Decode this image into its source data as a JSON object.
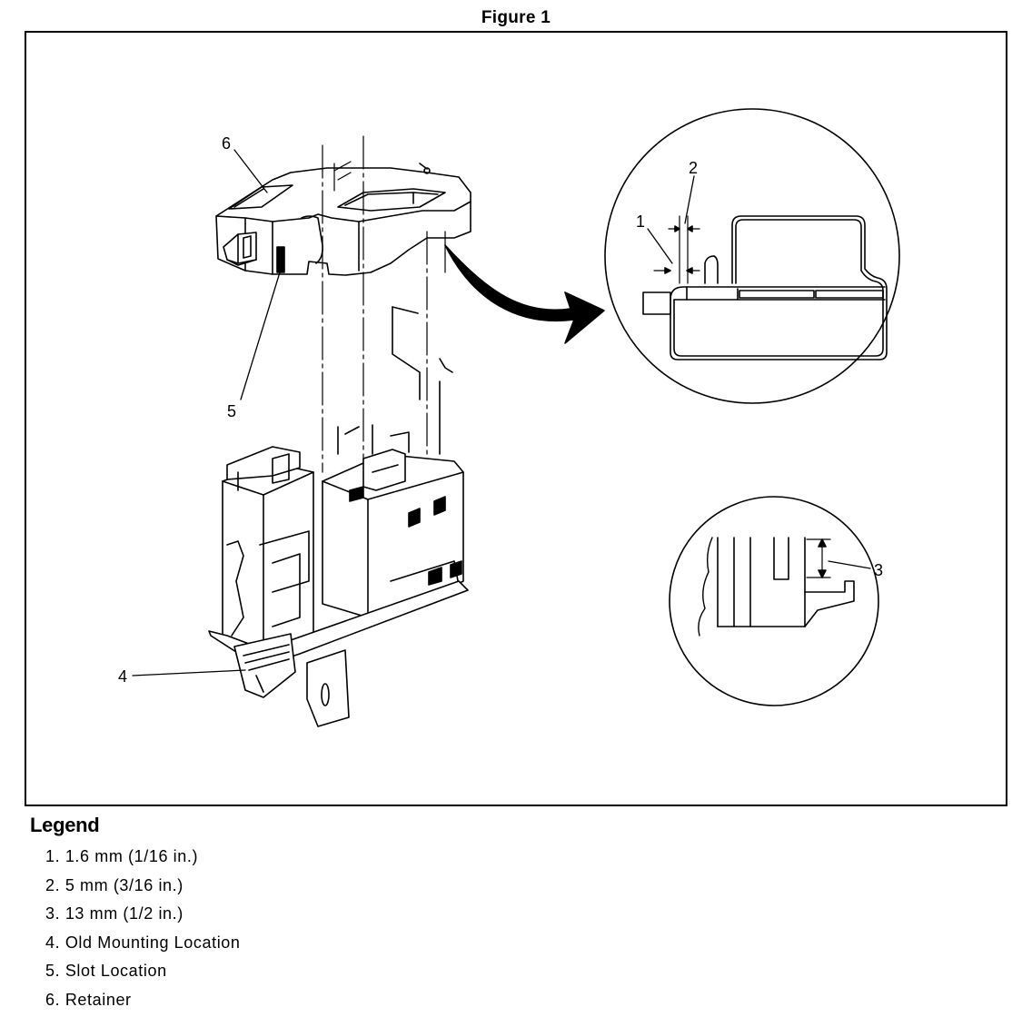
{
  "figure": {
    "title": "Figure 1"
  },
  "callouts": {
    "c1": "1",
    "c2": "2",
    "c3": "3",
    "c4": "4",
    "c5": "5",
    "c6": "6"
  },
  "legend": {
    "title": "Legend",
    "items": [
      {
        "text": "1. 1.6 mm (1/16 in.)"
      },
      {
        "text": "2. 5 mm (3/16 in.)"
      },
      {
        "text": "3. 13 mm (1/2 in.)"
      },
      {
        "text": "4. Old Mounting Location"
      },
      {
        "text": "5. Slot Location"
      },
      {
        "text": "6. Retainer"
      }
    ]
  }
}
